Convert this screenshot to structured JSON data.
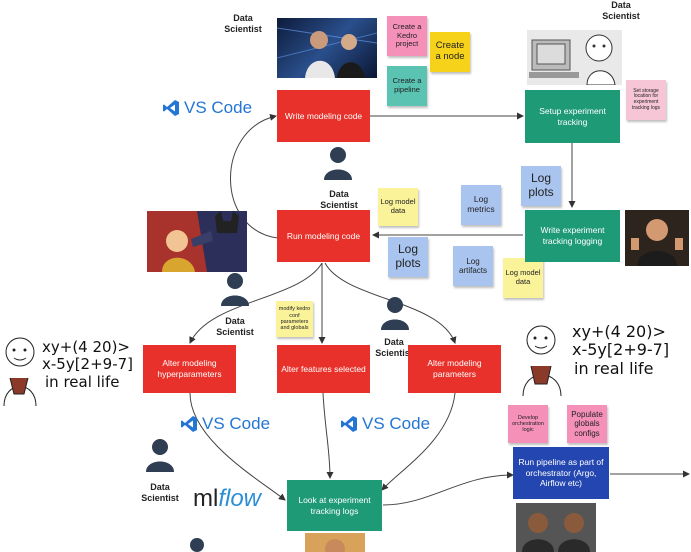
{
  "boxes": {
    "write_modeling_code": "Write modeling code",
    "setup_experiment_tracking": "Setup experiment tracking",
    "run_modeling_code": "Run modeling code",
    "write_experiment_tracking_logging": "Write experiment tracking logging",
    "alter_modeling_hyperparameters": "Alter modeling hyperparameters",
    "alter_features_selected": "Alter features selected",
    "alter_modeling_parameters": "Alter modeling parameters",
    "look_at_experiment_tracking_logs": "Look at experiment tracking logs",
    "run_pipeline_orchestrator": "Run pipeline as part of orchestrator (Argo, Airflow etc)"
  },
  "stickies": {
    "create_kedro_project": "Create a Kedro project",
    "create_node": "Create a node",
    "create_pipeline": "Create a pipeline",
    "set_storage": "Set storage location for experiment tracking logs",
    "log_model_data_1": "Log model data",
    "log_metrics": "Log metrics",
    "log_plots_1": "Log plots",
    "log_plots_2": "Log plots",
    "log_artifacts": "Log artifacts",
    "log_model_data_2": "Log model data",
    "modify_kedro_conf": "modify kedro conf parameters and globals",
    "develop_orchestration": "Develop orchestration logic",
    "populate_globals": "Populate globals configs"
  },
  "persons": {
    "label": "Data Scientist"
  },
  "logos": {
    "vscode": "VS Code",
    "mlflow_ml": "ml",
    "mlflow_flow": "flow"
  },
  "memes": {
    "line1": "xy+(4 20)>",
    "line2": "x-5y[2+9-7]",
    "line3": "in real life"
  },
  "colors": {
    "red": "#e8312a",
    "green": "#1e9a77",
    "blue": "#2446b0",
    "vscode_blue": "#2376d4"
  }
}
